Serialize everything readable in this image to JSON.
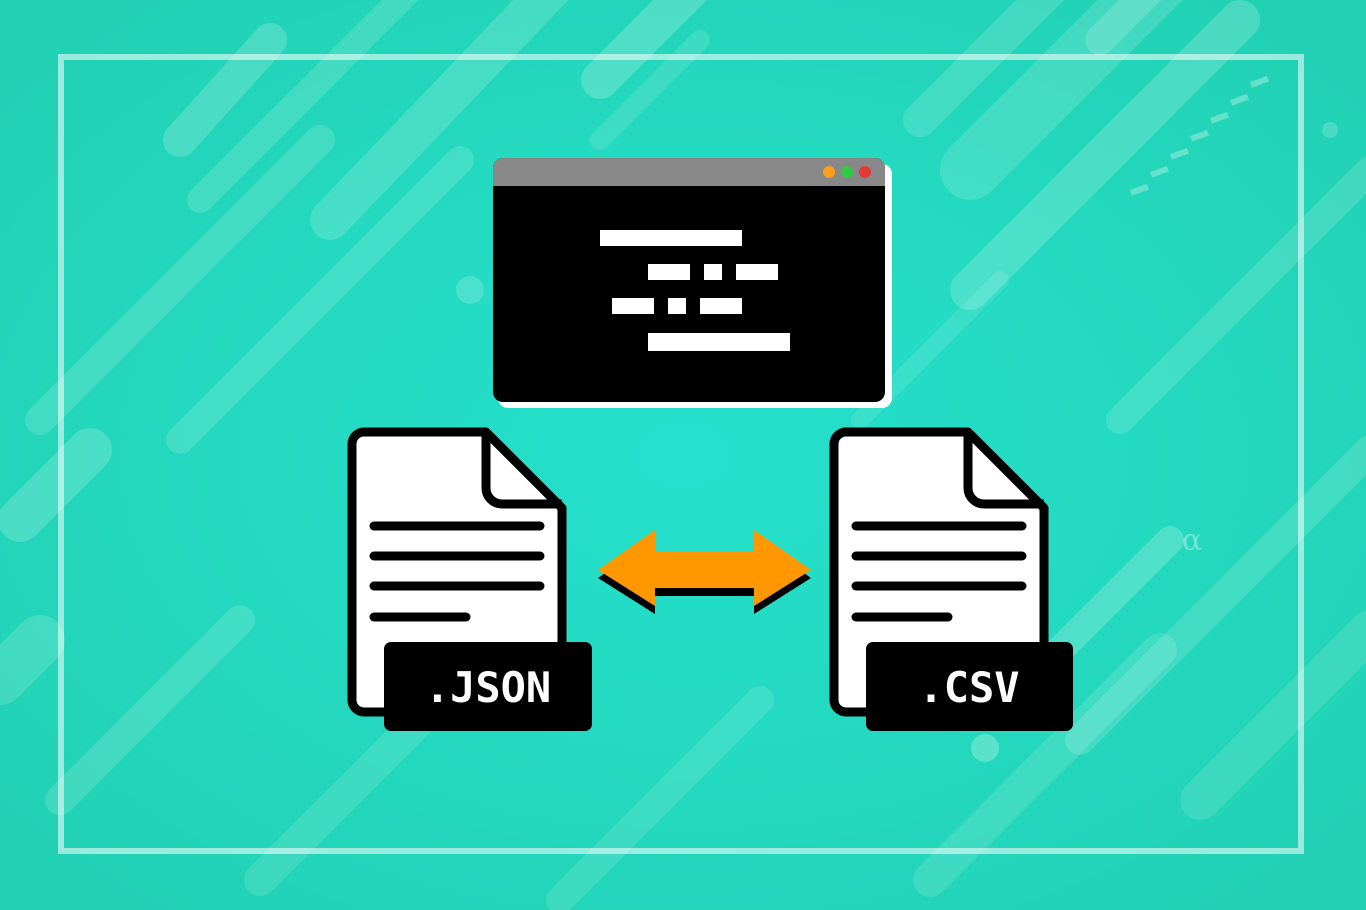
{
  "banner": {
    "left_file": {
      "extension": ".JSON",
      "icon": "json-file-icon"
    },
    "right_file": {
      "extension": ".CSV",
      "icon": "csv-file-icon"
    },
    "terminal": {
      "icon": "terminal-window-icon",
      "window_dots": [
        "#ff9f1c",
        "#2ecc40",
        "#e53935"
      ]
    },
    "arrow": {
      "icon": "double-arrow-icon",
      "color": "#ff9800"
    },
    "decoration": {
      "glyph": "α"
    },
    "colors": {
      "background": "#23d8bd",
      "frame": "#ffffff"
    }
  }
}
